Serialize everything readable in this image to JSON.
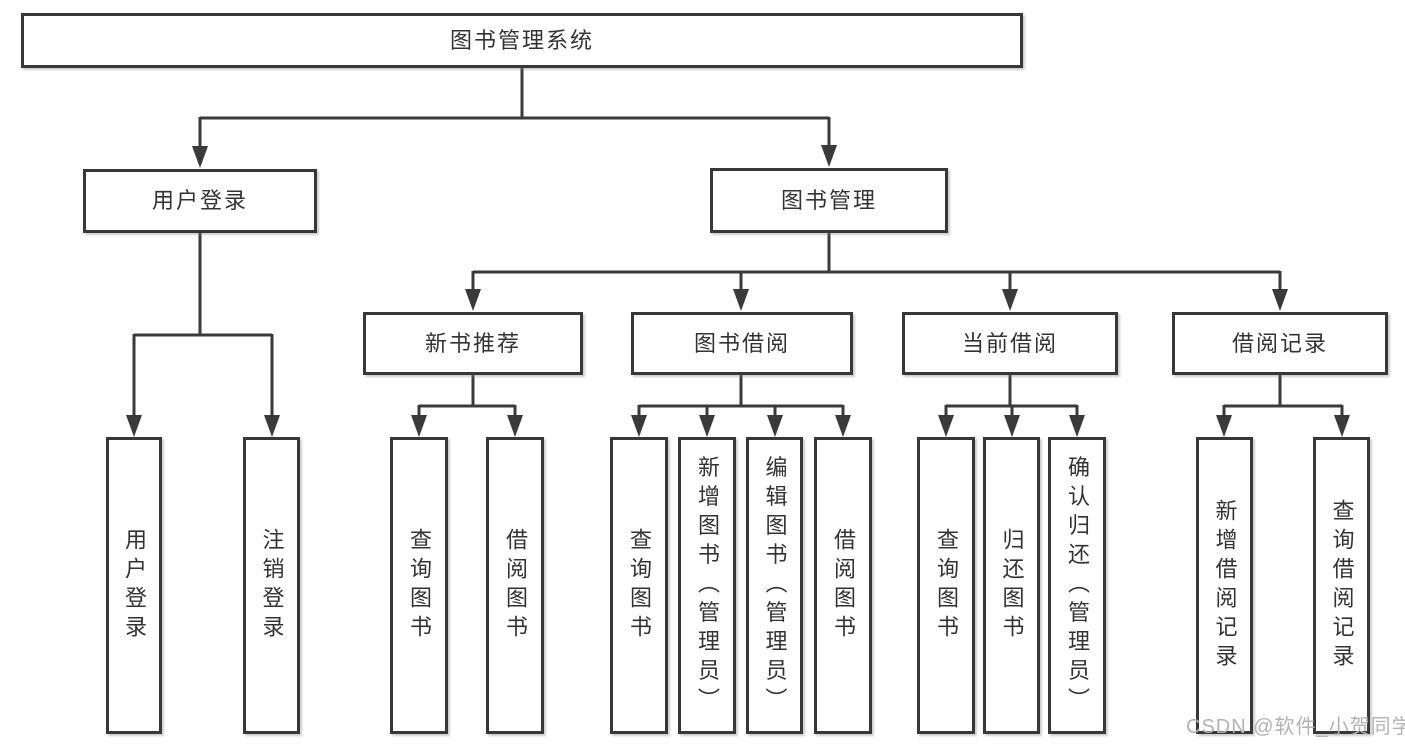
{
  "diagram": {
    "root": "图书管理系统",
    "level2": {
      "user_login": "用户登录",
      "book_management": "图书管理"
    },
    "level3": {
      "new_book_recommend": "新书推荐",
      "book_borrow": "图书借阅",
      "current_borrow": "当前借阅",
      "borrow_records": "借阅记录"
    },
    "leaves": {
      "user_login": [
        "用户登录",
        "注销登录"
      ],
      "new_book_recommend": [
        "查询图书",
        "借阅图书"
      ],
      "book_borrow": [
        "查询图书",
        "新增图书（管理员）",
        "编辑图书（管理员）",
        "借阅图书"
      ],
      "current_borrow": [
        "查询图书",
        "归还图书",
        "确认归还（管理员）"
      ],
      "borrow_records": [
        "新增借阅记录",
        "查询借阅记录"
      ]
    }
  },
  "watermark": "CSDN @软件_小贺同学",
  "colors": {
    "line": "#3a3a3a",
    "text": "#333333",
    "watermark": "#b3b3b3",
    "background": "#ffffff"
  }
}
